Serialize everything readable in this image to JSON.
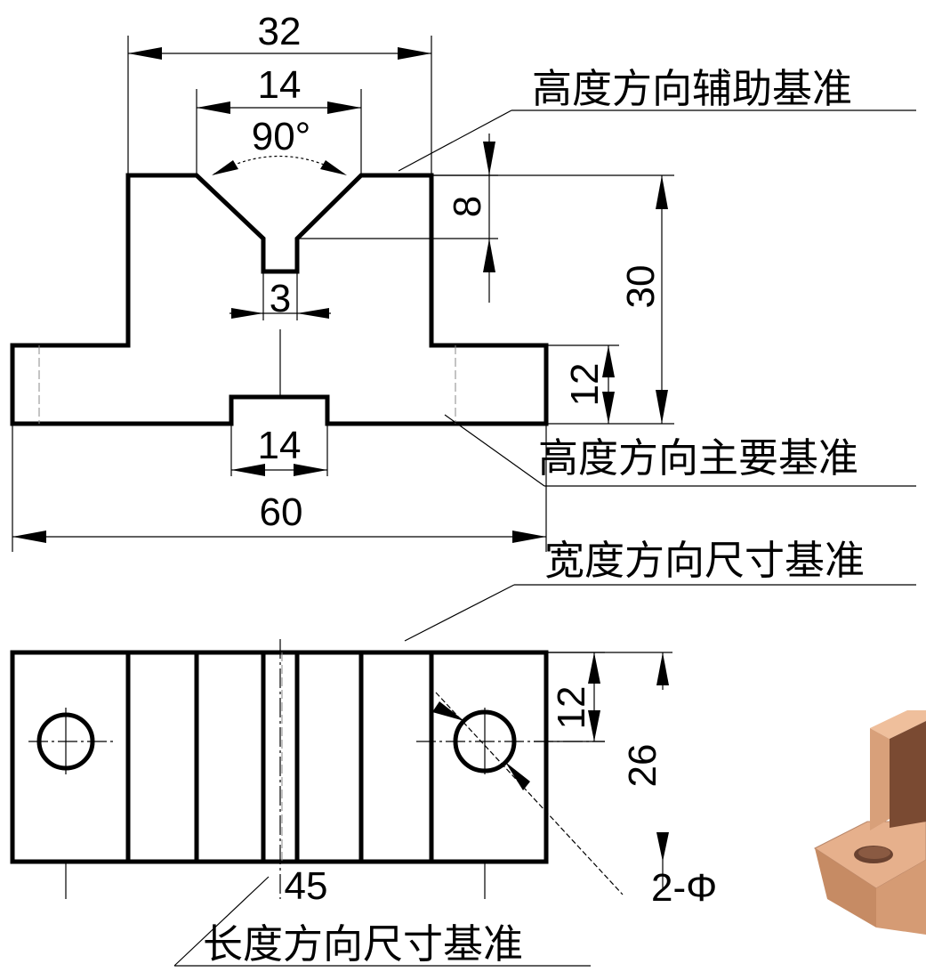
{
  "dimensions": {
    "top_width": "32",
    "groove_width": "14",
    "groove_angle": "90°",
    "slot_width": "3",
    "bottom_slot_width": "14",
    "total_length": "60",
    "groove_depth": "8",
    "total_height": "30",
    "base_height": "12",
    "hole_offset": "12",
    "total_width": "26",
    "hole_spacing": "45",
    "hole_callout": "2-Φ"
  },
  "datum_labels": {
    "height_auxiliary": "高度方向辅助基准",
    "height_main": "高度方向主要基准",
    "width_datum": "宽度方向尺寸基准",
    "length_datum": "长度方向尺寸基准"
  }
}
